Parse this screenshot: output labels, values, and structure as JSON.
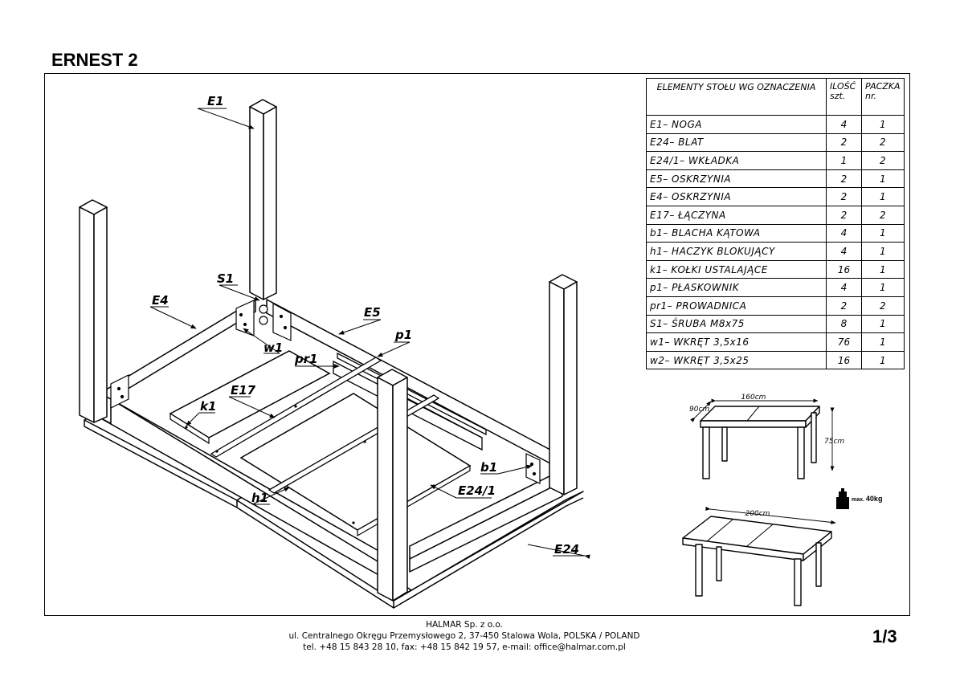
{
  "document": {
    "title": "ERNEST 2",
    "page_number": "1/3"
  },
  "labels": {
    "e1": "E1",
    "s1": "S1",
    "e4": "E4",
    "e5": "E5",
    "p1": "p1",
    "w1": "w1",
    "pr1": "pr1",
    "e17": "E17",
    "k1": "k1",
    "b1": "b1",
    "e24_1": "E24/1",
    "h1": "h1",
    "e24": "E24"
  },
  "parts_table": {
    "headers": {
      "name": "ELEMENTY STOŁU WG OZNACZENIA",
      "qty_line1": "ILOŚĆ",
      "qty_line2": "szt.",
      "pkg_line1": "PACZKA",
      "pkg_line2": "nr."
    },
    "rows": [
      {
        "name": "E1–  NOGA",
        "qty": "4",
        "pkg": "1"
      },
      {
        "name": "E24–  BLAT",
        "qty": "2",
        "pkg": "2"
      },
      {
        "name": "E24/1–  WKŁADKA",
        "qty": "1",
        "pkg": "2"
      },
      {
        "name": "E5–  OSKRZYNIA",
        "qty": "2",
        "pkg": "1"
      },
      {
        "name": "E4–  OSKRZYNIA",
        "qty": "2",
        "pkg": "1"
      },
      {
        "name": "E17–  ŁĄCZYNA",
        "qty": "2",
        "pkg": "2"
      },
      {
        "name": "b1–  BLACHA  KĄTOWA",
        "qty": "4",
        "pkg": "1"
      },
      {
        "name": "h1–  HACZYK  BLOKUJĄCY",
        "qty": "4",
        "pkg": "1"
      },
      {
        "name": "k1–  KOŁKI  USTALAJĄCE",
        "qty": "16",
        "pkg": "1"
      },
      {
        "name": "p1–  PŁASKOWNIK",
        "qty": "4",
        "pkg": "1"
      },
      {
        "name": "pr1–  PROWADNICA",
        "qty": "2",
        "pkg": "2"
      },
      {
        "name": "S1–  ŚRUBA  M8x75",
        "qty": "8",
        "pkg": "1"
      },
      {
        "name": "w1–  WKRĘT  3,5x16",
        "qty": "76",
        "pkg": "1"
      },
      {
        "name": "w2–  WKRĘT  3,5x25",
        "qty": "16",
        "pkg": "1"
      }
    ]
  },
  "dimensions": {
    "width": "160cm",
    "depth": "90cm",
    "height": "75cm",
    "extended": "200cm",
    "max_load_prefix": "max.",
    "max_load_value": "40kg"
  },
  "footer": {
    "company": "HALMAR Sp. z o.o.",
    "address": "ul. Centralnego Okręgu Przemysłowego 2, 37-450 Stalowa Wola, POLSKA / POLAND",
    "contact": "tel. +48 15 843 28 10, fax: +48 15 842 19 57, e-mail: office@halmar.com.pl"
  }
}
